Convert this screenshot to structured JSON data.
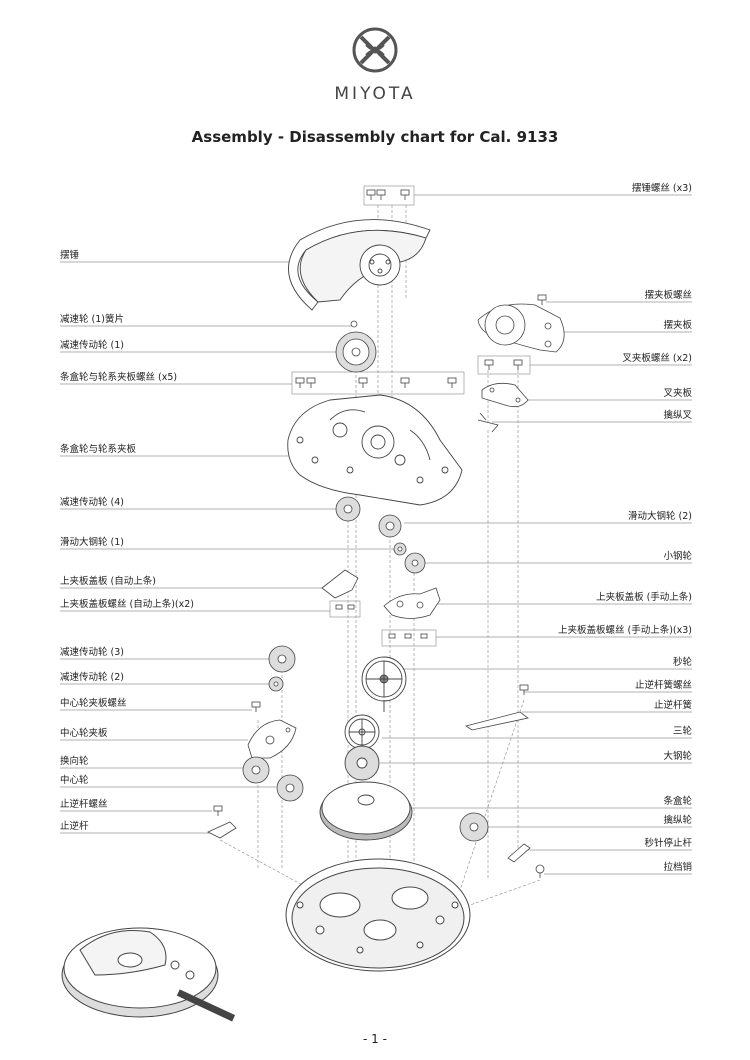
{
  "brand": "MIYOTA",
  "title": "Assembly - Disassembly chart for Cal. 9133",
  "page_number": "- 1 -",
  "parts_left": [
    "摆锤",
    "减速轮 (1)簧片",
    "减速传动轮 (1)",
    "条盒轮与轮系夹板螺丝 (x5)",
    "条盒轮与轮系夹板",
    "减速传动轮 (4)",
    "滑动大钢轮 (1)",
    "上夹板盖板 (自动上条)",
    "上夹板盖板螺丝 (自动上条)(x2)",
    "减速传动轮 (3)",
    "减速传动轮 (2)",
    "中心轮夹板螺丝",
    "中心轮夹板",
    "换向轮",
    "中心轮",
    "止逆杆螺丝",
    "止逆杆"
  ],
  "parts_right": [
    "摆锤螺丝 (x3)",
    "摆夹板螺丝",
    "摆夹板",
    "叉夹板螺丝 (x2)",
    "叉夹板",
    "擒纵叉",
    "滑动大钢轮 (2)",
    "小钢轮",
    "上夹板盖板 (手动上条)",
    "上夹板盖板螺丝 (手动上条)(x3)",
    "秒轮",
    "止逆杆簧螺丝",
    "止逆杆簧",
    "三轮",
    "大钢轮",
    "条盒轮",
    "擒纵轮",
    "秒针停止杆",
    "拉档销"
  ]
}
